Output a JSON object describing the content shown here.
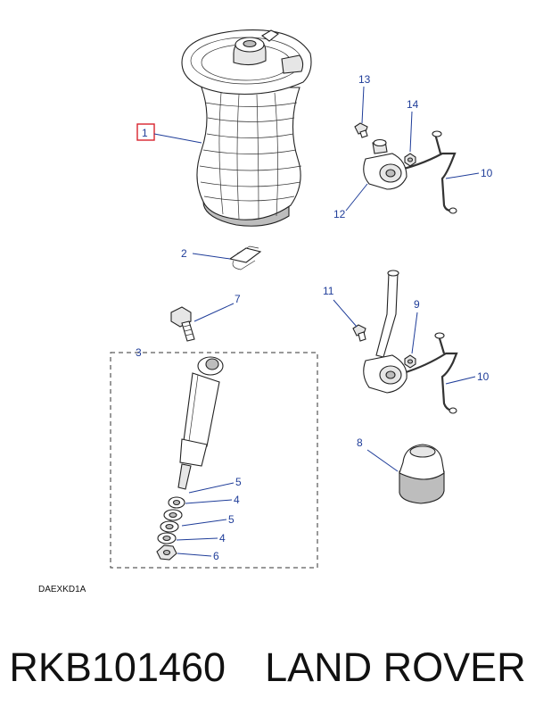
{
  "diagram": {
    "drawing_code": "DAEXKD1A",
    "callouts": {
      "c1": "1",
      "c2": "2",
      "c3": "3",
      "c4a": "4",
      "c4b": "4",
      "c5a": "5",
      "c5b": "5",
      "c6": "6",
      "c7": "7",
      "c8": "8",
      "c9": "9",
      "c10a": "10",
      "c10b": "10",
      "c11": "11",
      "c12": "12",
      "c13": "13",
      "c14": "14"
    },
    "highlight_color": "#d9232d",
    "callout_color": "#1f3d99"
  },
  "caption": {
    "part_number": "RKB101460",
    "brand": "LAND ROVER"
  }
}
